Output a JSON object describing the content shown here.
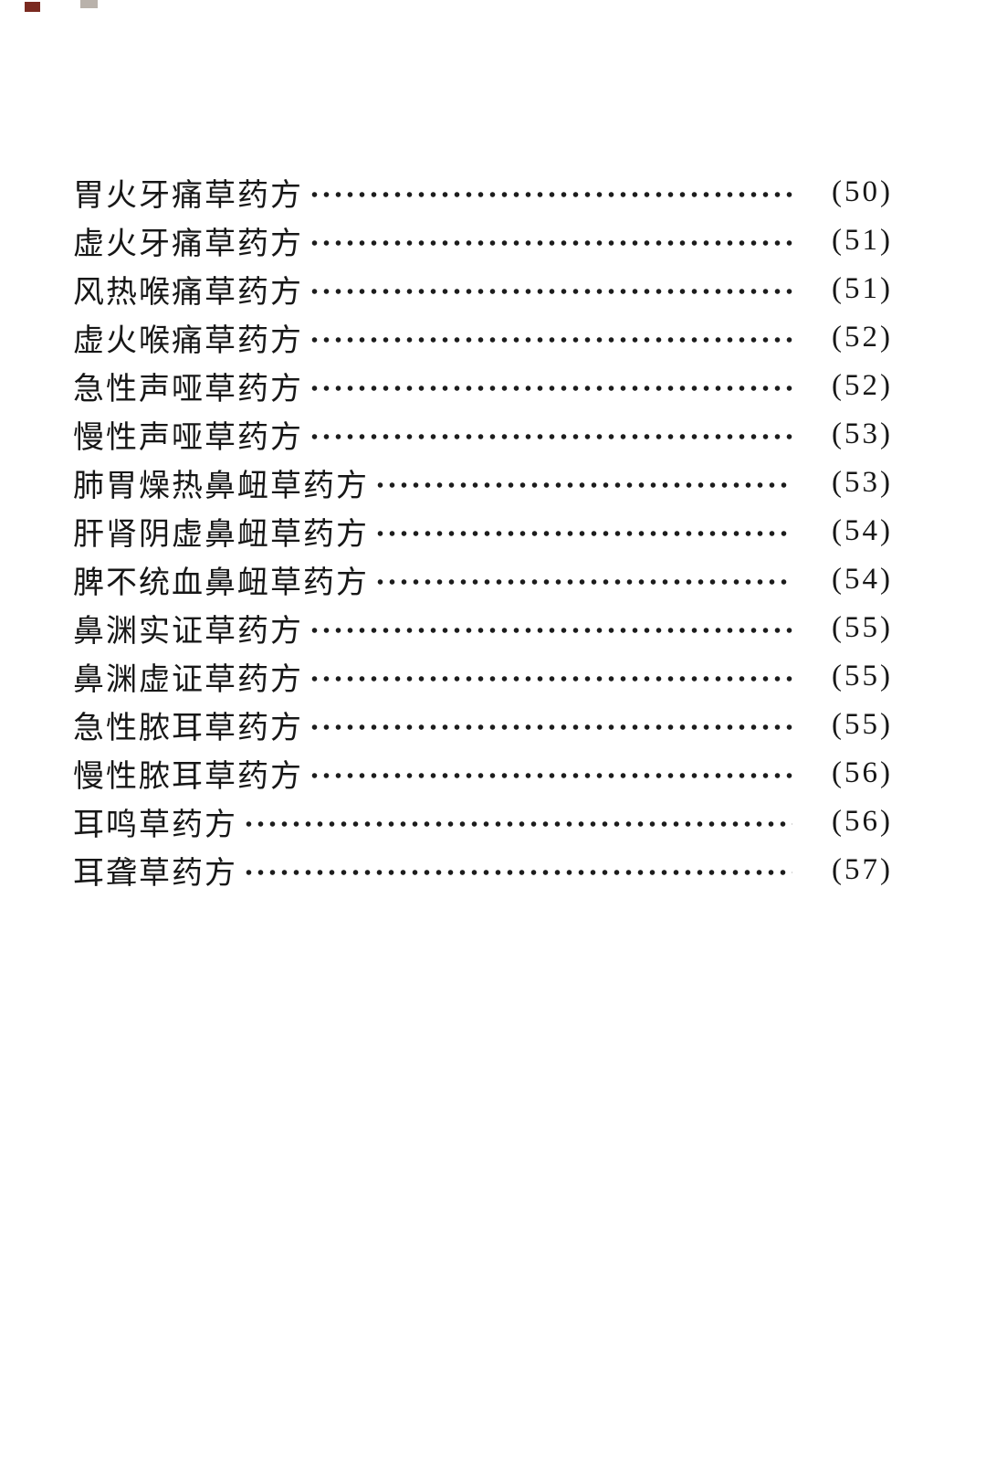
{
  "document": {
    "type": "scanned-book-toc-page",
    "background_color": "#ffffff",
    "text_color": "#171717"
  },
  "toc": {
    "entries": [
      {
        "title": "胃火牙痛草药方",
        "page": "(50)"
      },
      {
        "title": "虚火牙痛草药方",
        "page": "(51)"
      },
      {
        "title": "风热喉痛草药方",
        "page": "(51)"
      },
      {
        "title": "虚火喉痛草药方",
        "page": "(52)"
      },
      {
        "title": "急性声哑草药方",
        "page": "(52)"
      },
      {
        "title": "慢性声哑草药方",
        "page": "(53)"
      },
      {
        "title": "肺胃燥热鼻衄草药方",
        "page": "(53)"
      },
      {
        "title": "肝肾阴虚鼻衄草药方",
        "page": "(54)"
      },
      {
        "title": "脾不统血鼻衄草药方",
        "page": "(54)"
      },
      {
        "title": "鼻渊实证草药方",
        "page": "(55)"
      },
      {
        "title": "鼻渊虚证草药方",
        "page": "(55)"
      },
      {
        "title": "急性脓耳草药方",
        "page": "(55)"
      },
      {
        "title": "慢性脓耳草药方",
        "page": "(56)"
      },
      {
        "title": "耳鸣草药方",
        "page": "(56)"
      },
      {
        "title": "耳聋草药方",
        "page": "(57)"
      }
    ]
  }
}
